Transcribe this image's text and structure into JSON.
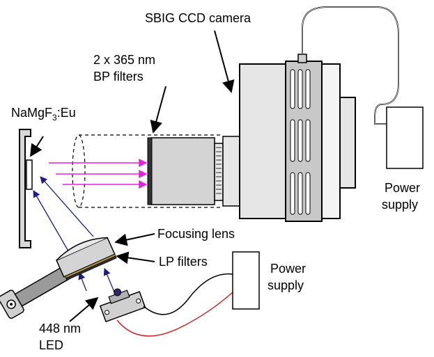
{
  "labels": {
    "camera": "SBIG CCD camera",
    "bp_filters_line1": "2 x 365 nm",
    "bp_filters_line2": "BP filters",
    "sample": "NaMgF",
    "sample_sub": "3",
    "sample_suffix": ":Eu",
    "focusing_lens": "Focusing lens",
    "lp_filters": "LP filters",
    "power_supply_1_line1": "Power",
    "power_supply_1_line2": "supply",
    "power_supply_2_line1": "Power",
    "power_supply_2_line2": "supply",
    "led_line1": "448 nm",
    "led_line2": "LED"
  },
  "colors": {
    "emission_arrow": "#e81ee0",
    "excitation_arrow": "#1c1c8a",
    "positive_wire": "#d42020",
    "negative_wire": "#000000",
    "camera_body": "#e6e6e6",
    "camera_fins": "#c8c8c8",
    "lens_body": "#d4d4d4"
  }
}
